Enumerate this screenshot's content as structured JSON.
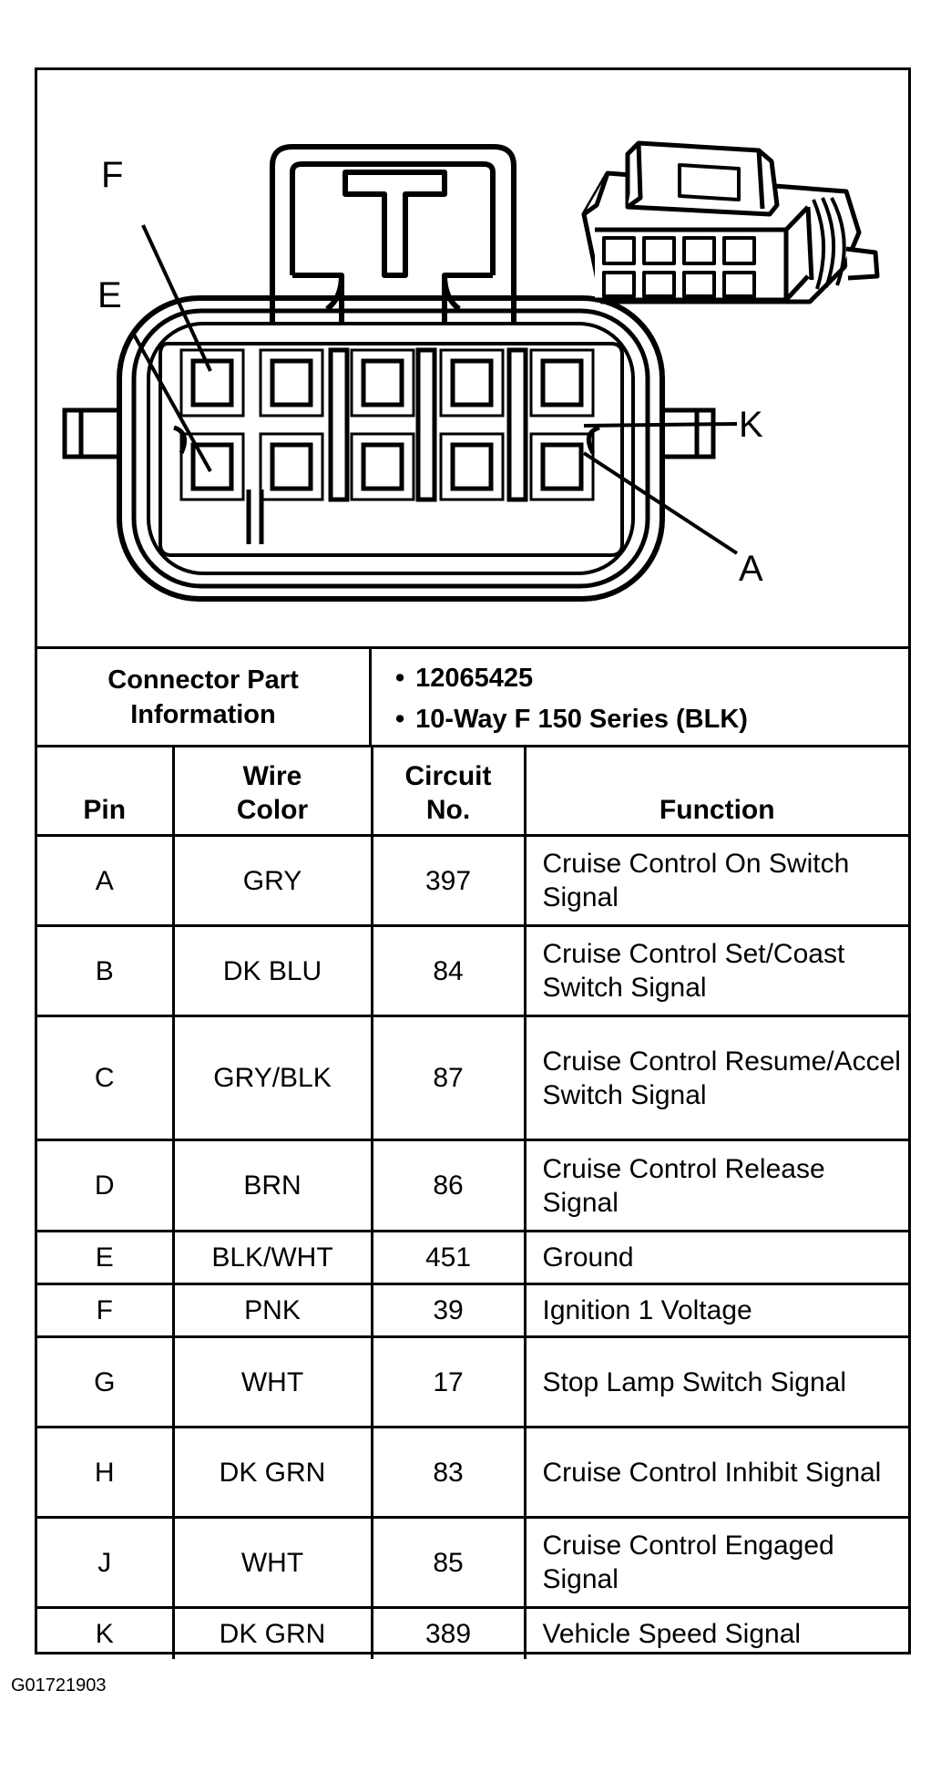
{
  "diagram": {
    "callouts": {
      "f": "F",
      "e": "E",
      "k": "K",
      "a": "A"
    }
  },
  "connector_info": {
    "label_line1": "Connector Part",
    "label_line2": "Information",
    "items": [
      "12065425",
      "10-Way F 150 Series (BLK)"
    ]
  },
  "table": {
    "headers": {
      "pin": "Pin",
      "wire_line1": "Wire",
      "wire_line2": "Color",
      "circuit_line1": "Circuit",
      "circuit_line2": "No.",
      "function": "Function"
    },
    "rows": [
      {
        "pin": "A",
        "color": "GRY",
        "circuit": "397",
        "function": "Cruise Control On Switch Signal"
      },
      {
        "pin": "B",
        "color": "DK BLU",
        "circuit": "84",
        "function": "Cruise Control Set/Coast Switch Signal"
      },
      {
        "pin": "C",
        "color": "GRY/BLK",
        "circuit": "87",
        "function": "Cruise Control Resume/Accel Switch Signal"
      },
      {
        "pin": "D",
        "color": "BRN",
        "circuit": "86",
        "function": "Cruise Control Release Signal"
      },
      {
        "pin": "E",
        "color": "BLK/WHT",
        "circuit": "451",
        "function": "Ground"
      },
      {
        "pin": "F",
        "color": "PNK",
        "circuit": "39",
        "function": "Ignition 1 Voltage"
      },
      {
        "pin": "G",
        "color": "WHT",
        "circuit": "17",
        "function": "Stop Lamp Switch Signal"
      },
      {
        "pin": "H",
        "color": "DK GRN",
        "circuit": "83",
        "function": "Cruise Control Inhibit Signal"
      },
      {
        "pin": "J",
        "color": "WHT",
        "circuit": "85",
        "function": "Cruise Control Engaged Signal"
      },
      {
        "pin": "K",
        "color": "DK GRN",
        "circuit": "389",
        "function": "Vehicle Speed Signal"
      }
    ]
  },
  "footer_code": "G01721903"
}
